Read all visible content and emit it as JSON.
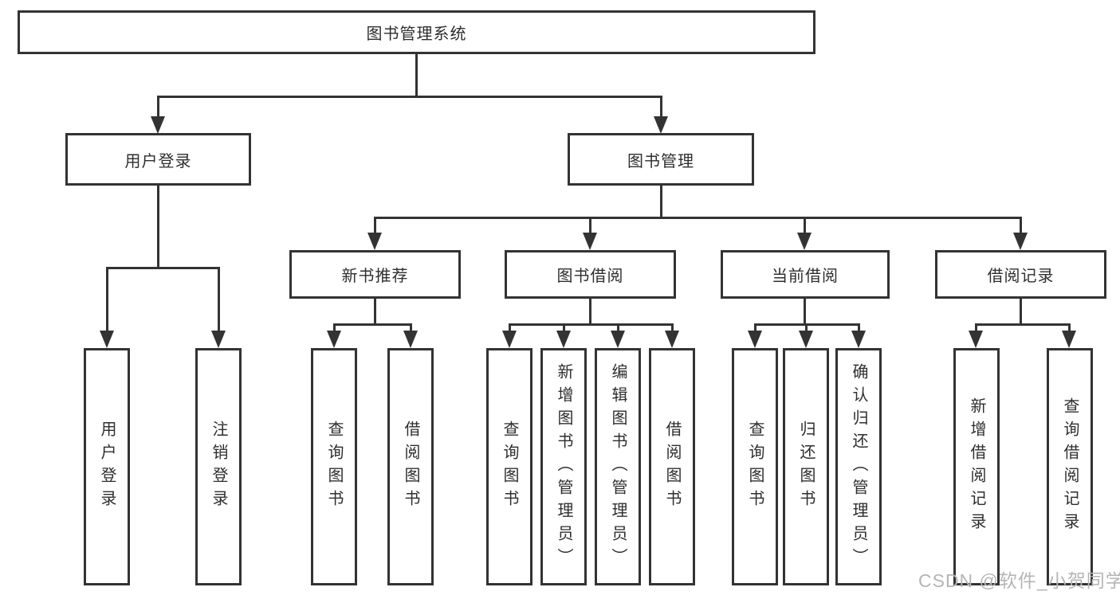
{
  "diagram": {
    "root": {
      "label": "图书管理系统"
    },
    "level2": [
      {
        "label": "用户登录"
      },
      {
        "label": "图书管理"
      }
    ],
    "level3": [
      {
        "label": "新书推荐"
      },
      {
        "label": "图书借阅"
      },
      {
        "label": "当前借阅"
      },
      {
        "label": "借阅记录"
      }
    ],
    "leaves": [
      {
        "label": "用户登录"
      },
      {
        "label": "注销登录"
      },
      {
        "label": "查询图书"
      },
      {
        "label": "借阅图书"
      },
      {
        "label": "查询图书"
      },
      {
        "label": "新增图书（管理员）"
      },
      {
        "label": "编辑图书（管理员）"
      },
      {
        "label": "借阅图书"
      },
      {
        "label": "查询图书"
      },
      {
        "label": "归还图书"
      },
      {
        "label": "确认归还（管理员）"
      },
      {
        "label": "新增借阅记录"
      },
      {
        "label": "查询借阅记录"
      }
    ]
  },
  "watermark": {
    "text": "CSDN @软件_小贺同学"
  },
  "colors": {
    "line": "#333333",
    "text": "#2e2e2e",
    "watermark": "#b5b5b5",
    "background": "#ffffff"
  }
}
